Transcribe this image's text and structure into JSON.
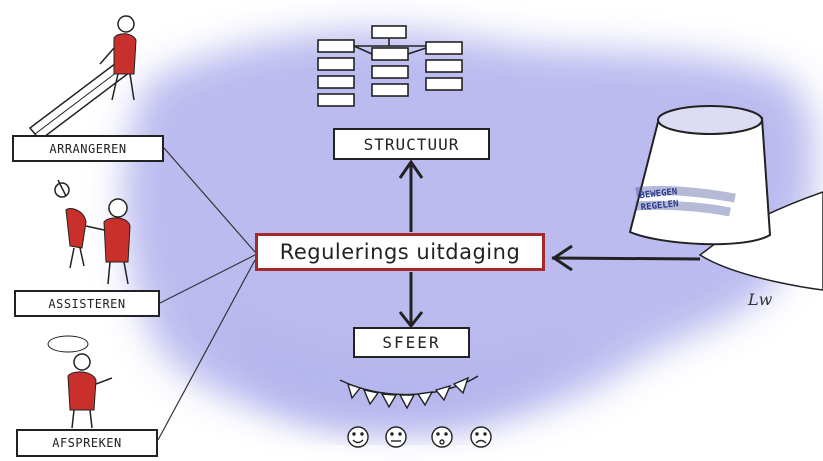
{
  "left_labels": {
    "arrangeren": "ARRANGEREN",
    "assisteren": "ASSISTEREN",
    "afspreken": "AFSPREKEN"
  },
  "center": {
    "label": "Regulerings uitdaging",
    "border_color": "#a32a2a"
  },
  "top": {
    "label": "STRUCTUUR"
  },
  "bottom": {
    "label": "SFEER"
  },
  "bucket": {
    "text_line1": "BEWEGEN",
    "text_line2": "REGELEN"
  },
  "signature": "Lw",
  "colors": {
    "wash": "#b7b7ee",
    "figure_red": "#c9302c",
    "ink": "#222222"
  },
  "icons": [
    "flowchart-icon",
    "bunting-flags-icon",
    "happy-face-icon",
    "neutral-face-icon",
    "surprised-face-icon",
    "sad-face-icon",
    "bucket-icon"
  ]
}
